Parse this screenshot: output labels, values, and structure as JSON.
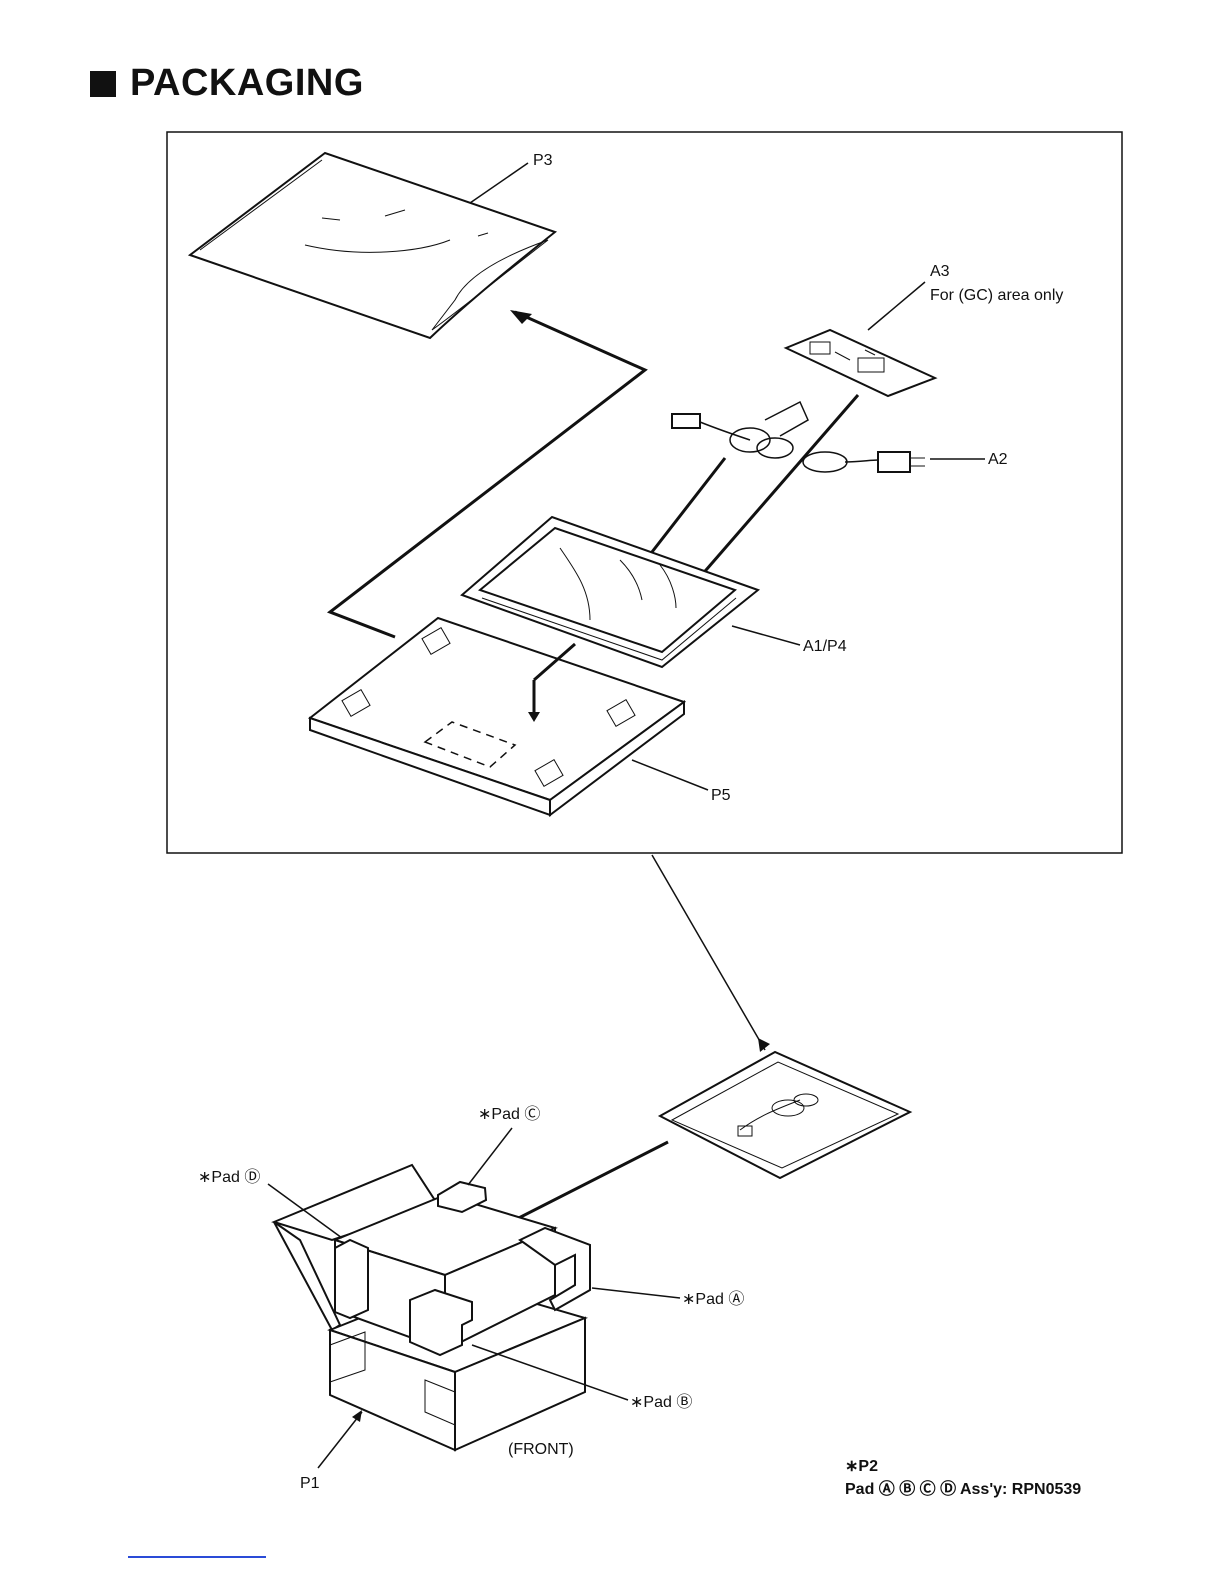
{
  "heading": {
    "title": "PACKAGING"
  },
  "labels": {
    "p3": "P3",
    "a3": "A3",
    "a3_note": "For (GC) area only",
    "a2": "A2",
    "a1p4": "A1/P4",
    "p5": "P5",
    "pad_c": "∗Pad Ⓒ",
    "pad_d": "∗Pad Ⓓ",
    "pad_a": "∗Pad Ⓐ",
    "pad_b": "∗Pad Ⓑ",
    "front": "(FRONT)",
    "p1": "P1",
    "p2_title": "∗P2",
    "p2_assy": "Pad Ⓐ Ⓑ Ⓒ Ⓓ Ass'y:  RPN0539"
  }
}
